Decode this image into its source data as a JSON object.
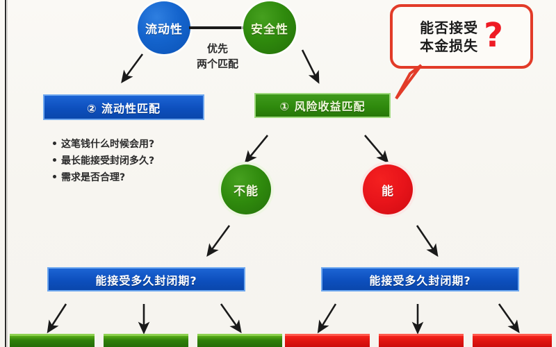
{
  "diagram": {
    "title_nodes": {
      "liquidity_circle": "流动性",
      "safety_circle": "安全性"
    },
    "priority_note": {
      "line1": "优先",
      "line2": "两个匹配"
    },
    "bubble": {
      "line1": "能否接受",
      "line2": "本金损失",
      "question_mark": "?"
    },
    "liquidity_box": "② 流动性匹配",
    "risk_box": "① 风险收益匹配",
    "bullets": [
      "这笔钱什么时候会用?",
      "最长能接受封闭多久?",
      "需求是否合理?"
    ],
    "decision_circles": {
      "no": "不能",
      "yes": "能"
    },
    "lock_question_left": "能接受多久封闭期?",
    "lock_question_right": "能接受多久封闭期?",
    "bottom_bars": [
      {
        "id": "bar-1",
        "color": "#2f7f0a"
      },
      {
        "id": "bar-2",
        "color": "#2f7f0a"
      },
      {
        "id": "bar-3",
        "color": "#2f7f0a"
      },
      {
        "id": "bar-4",
        "color": "#df1410"
      },
      {
        "id": "bar-5",
        "color": "#df1410"
      },
      {
        "id": "bar-6",
        "color": "#df1410"
      }
    ],
    "colors": {
      "blue": "#0d4fbd",
      "green": "#2f8a0d",
      "red": "#e8141a",
      "bubble_border": "#e23b28",
      "background": "#f7f6f2"
    }
  }
}
